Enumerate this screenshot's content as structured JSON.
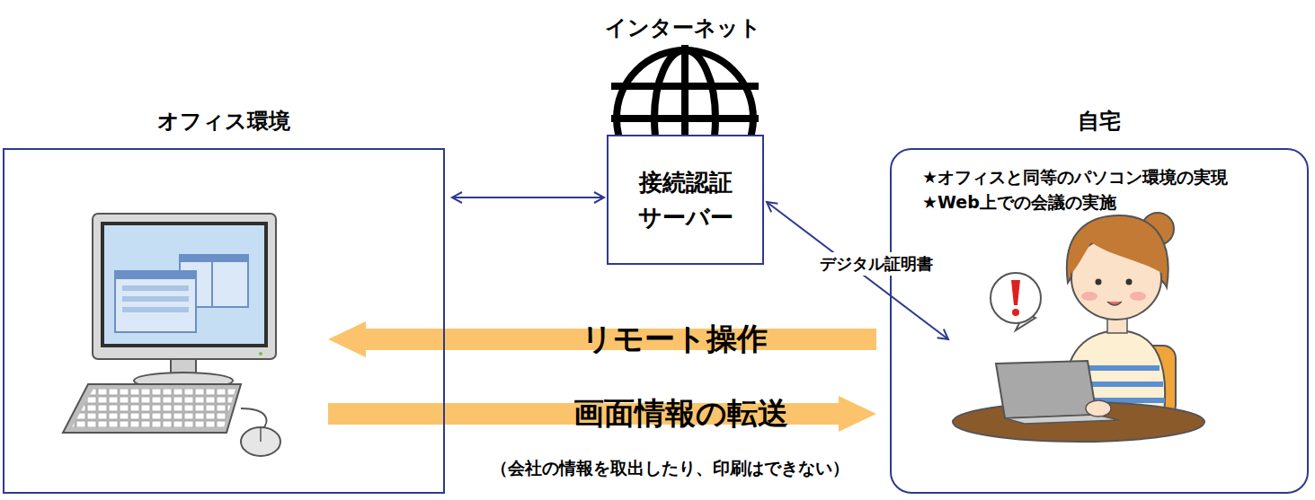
{
  "diagram": {
    "nodes": [
      {
        "text": [
          "オフィス環境"
        ]
      },
      {
        "text": [
          "接続認証 サーバー"
        ]
      },
      {
        "text": [
          "自宅",
          "★オフィスと同等のパソコン環境の実現",
          "★Web上での会議の実施"
        ]
      }
    ],
    "edges": [
      {
        "from": 0,
        "to": 1,
        "arrow": "both"
      },
      {
        "from": 2,
        "to": 1,
        "label": "デジタル証明書",
        "arrow": "both"
      },
      {
        "from": 2,
        "to": 0,
        "label": "リモート操作",
        "arrow": "to"
      },
      {
        "from": 0,
        "to": 2,
        "label": "画面情報の転送",
        "arrow": "to"
      }
    ],
    "labels": [
      "インターネット",
      "（会社の情報を取出したり、印刷はできない）"
    ]
  }
}
